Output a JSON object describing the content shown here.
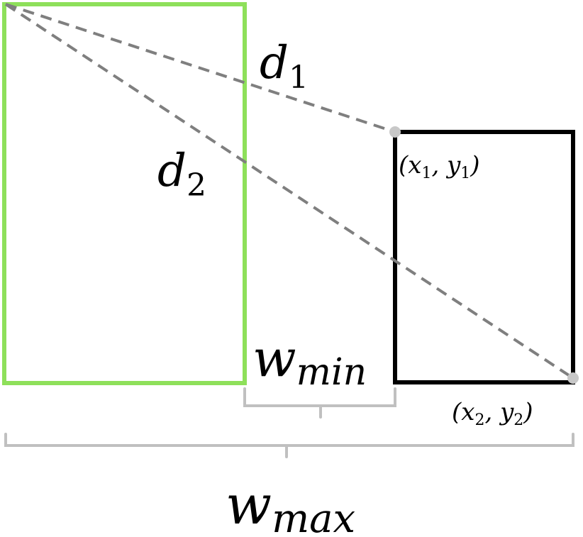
{
  "diagram": {
    "colors": {
      "ground_truth_box": "#8ee05a",
      "predicted_box": "#000000",
      "dashed_line": "#7f7f7f",
      "corner_point": "#c8c8c8",
      "brace": "#c0c0c0"
    },
    "labels": {
      "d1_base": "d",
      "d1_sub": "1",
      "d2_base": "d",
      "d2_sub": "2",
      "wmin_base": "w",
      "wmin_sub": "min",
      "wmax_base": "w",
      "wmax_sub": "max",
      "point1_open": "(",
      "point1_x": "x",
      "point1_xsub": "1",
      "point1_comma": ", ",
      "point1_y": "y",
      "point1_ysub": "1",
      "point1_close": ")",
      "point2_open": "(",
      "point2_x": "x",
      "point2_xsub": "2",
      "point2_comma": ", ",
      "point2_y": "y",
      "point2_ysub": "2",
      "point2_close": ")"
    }
  }
}
